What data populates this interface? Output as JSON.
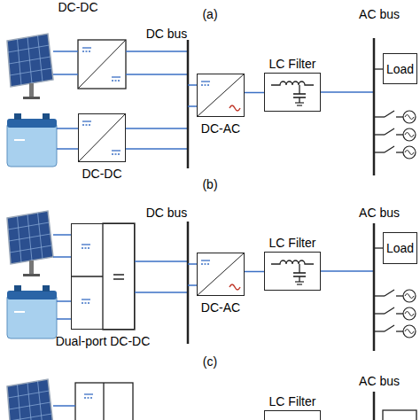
{
  "diagram": {
    "nodes": [
      {
        "text": [
          "DC-DC"
        ]
      },
      {
        "text": [
          "DC-AC"
        ]
      },
      {
        "text": [
          "LC Filter"
        ]
      },
      {
        "text": [
          "Load"
        ]
      },
      {
        "text": [
          "Dual-port DC-DC"
        ]
      },
      {
        "text": [
          "DC-AC"
        ]
      },
      {
        "text": [
          "LC Filter"
        ]
      },
      {
        "text": [
          "Load"
        ]
      },
      {
        "text": [
          "LC Filter"
        ]
      }
    ],
    "edges": [
      {
        "from": 1,
        "to": 2,
        "arrow": "none"
      },
      {
        "from": 5,
        "to": 6,
        "arrow": "none"
      }
    ],
    "labels": [
      "DC-DC",
      "(a)",
      "DC bus",
      "AC bus",
      "(b)",
      "DC bus",
      "AC bus",
      "(c)",
      "AC bus"
    ]
  }
}
